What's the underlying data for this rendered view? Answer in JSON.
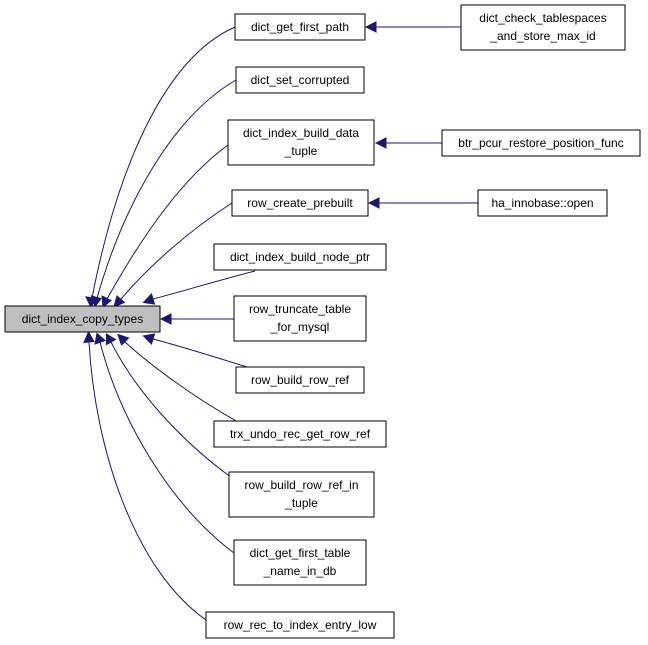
{
  "graph": {
    "root": {
      "label": "dict_index_copy_types"
    },
    "callers": [
      {
        "id": "n1",
        "lines": [
          "dict_get_first_path"
        ]
      },
      {
        "id": "n2",
        "lines": [
          "dict_set_corrupted"
        ]
      },
      {
        "id": "n3",
        "lines": [
          "dict_index_build_data",
          "_tuple"
        ]
      },
      {
        "id": "n4",
        "lines": [
          "row_create_prebuilt"
        ]
      },
      {
        "id": "n5",
        "lines": [
          "dict_index_build_node_ptr"
        ]
      },
      {
        "id": "n6",
        "lines": [
          "row_truncate_table",
          "_for_mysql"
        ]
      },
      {
        "id": "n7",
        "lines": [
          "row_build_row_ref"
        ]
      },
      {
        "id": "n8",
        "lines": [
          "trx_undo_rec_get_row_ref"
        ]
      },
      {
        "id": "n9",
        "lines": [
          "row_build_row_ref_in",
          "_tuple"
        ]
      },
      {
        "id": "n10",
        "lines": [
          "dict_get_first_table",
          "_name_in_db"
        ]
      },
      {
        "id": "n11",
        "lines": [
          "row_rec_to_index_entry_low"
        ]
      }
    ],
    "second_level": [
      {
        "id": "m1",
        "lines": [
          "dict_check_tablespaces",
          "_and_store_max_id"
        ],
        "calls": "n1"
      },
      {
        "id": "m2",
        "lines": [
          "btr_pcur_restore_position_func"
        ],
        "calls": "n3"
      },
      {
        "id": "m3",
        "lines": [
          "ha_innobase::open"
        ],
        "calls": "n4"
      }
    ],
    "colors": {
      "edge": "#191970",
      "root_fill": "#bfbfbf",
      "node_border": "#000000"
    }
  }
}
